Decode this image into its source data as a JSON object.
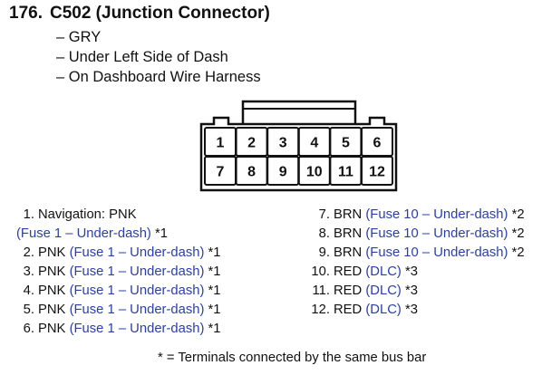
{
  "heading": {
    "number": "176.",
    "title": "C502 (Junction Connector)"
  },
  "attributes": [
    "– GRY",
    "– Under Left Side of Dash",
    "– On Dashboard Wire Harness"
  ],
  "connector": {
    "top_row": [
      "1",
      "2",
      "3",
      "4",
      "5",
      "6"
    ],
    "bottom_row": [
      "7",
      "8",
      "9",
      "10",
      "11",
      "12"
    ]
  },
  "pins_left": [
    {
      "num": "1.",
      "color": "Navigation: PNK",
      "circuit": "(Fuse 1 – Under-dash)",
      "note": "*1",
      "wrap": true
    },
    {
      "num": "2.",
      "color": "PNK",
      "circuit": "(Fuse 1 – Under-dash)",
      "note": "*1"
    },
    {
      "num": "3.",
      "color": "PNK",
      "circuit": "(Fuse 1 – Under-dash)",
      "note": "*1"
    },
    {
      "num": "4.",
      "color": "PNK",
      "circuit": "(Fuse 1 – Under-dash)",
      "note": "*1"
    },
    {
      "num": "5.",
      "color": "PNK",
      "circuit": "(Fuse 1 – Under-dash)",
      "note": "*1"
    },
    {
      "num": "6.",
      "color": "PNK",
      "circuit": "(Fuse 1 – Under-dash)",
      "note": "*1"
    }
  ],
  "pins_right": [
    {
      "num": "7.",
      "color": "BRN",
      "circuit": "(Fuse 10 – Under-dash)",
      "note": "*2"
    },
    {
      "num": "8.",
      "color": "BRN",
      "circuit": "(Fuse 10 – Under-dash)",
      "note": "*2"
    },
    {
      "num": "9.",
      "color": "BRN",
      "circuit": "(Fuse 10 – Under-dash)",
      "note": "*2"
    },
    {
      "num": "10.",
      "color": "RED",
      "circuit": "(DLC)",
      "note": "*3"
    },
    {
      "num": "11.",
      "color": "RED",
      "circuit": "(DLC)",
      "note": "*3"
    },
    {
      "num": "12.",
      "color": "RED",
      "circuit": "(DLC)",
      "note": "*3"
    }
  ],
  "footnote": "* = Terminals connected by the same bus bar",
  "colors": {
    "text": "#111111",
    "link_blue": "#2b3fa8"
  }
}
